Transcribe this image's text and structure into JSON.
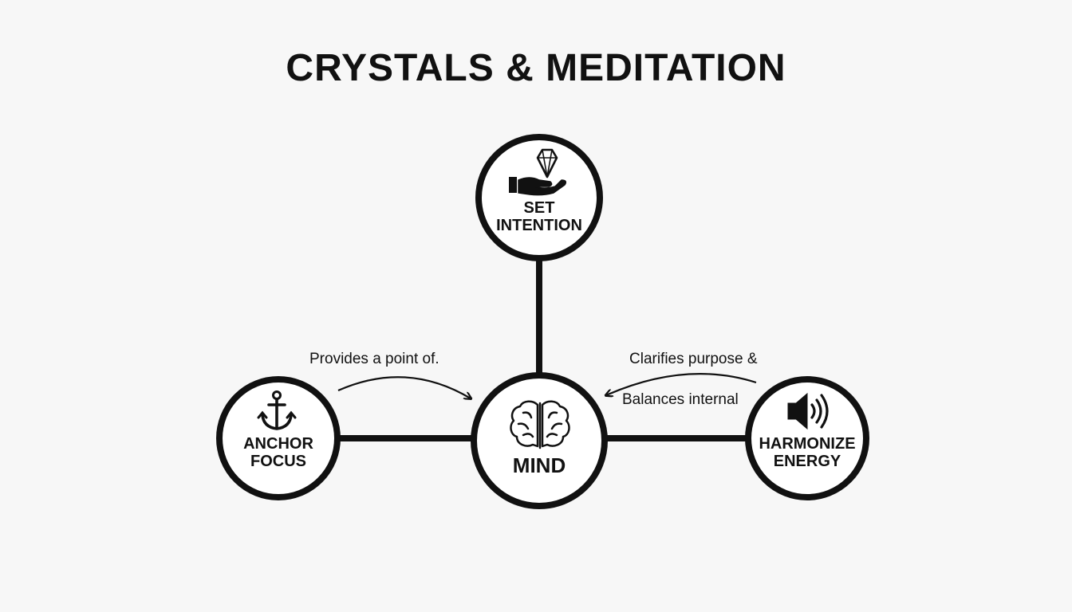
{
  "title": "CRYSTALS & MEDITATION",
  "nodes": {
    "intention": {
      "line1": "SET",
      "line2": "INTENTION",
      "icon": "hand-holding-crystal-icon"
    },
    "mind": {
      "line1": "MIND",
      "icon": "brain-icon"
    },
    "anchor": {
      "line1": "ANCHOR",
      "line2": "FOCUS",
      "icon": "anchor-icon"
    },
    "harmonize": {
      "line1": "HARMONIZE",
      "line2": "ENERGY",
      "icon": "speaker-icon"
    }
  },
  "annotations": {
    "left": "Provides a point of.",
    "right_top": "Clarifies purpose &",
    "right_bottom": "Balances internal"
  },
  "colors": {
    "stroke": "#111111",
    "background": "#f7f7f7",
    "node_fill": "#ffffff"
  }
}
